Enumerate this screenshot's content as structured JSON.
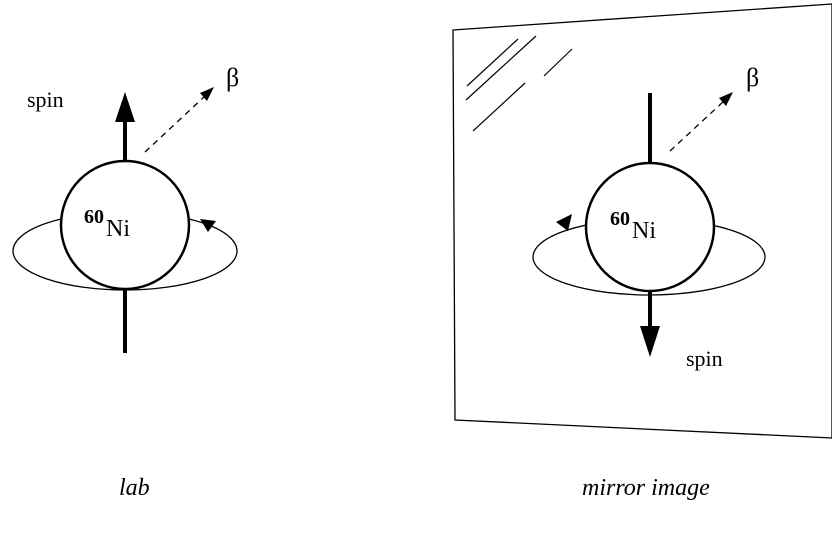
{
  "lab": {
    "spin_label": "spin",
    "beta_label": "β",
    "nucleus": {
      "mass_number": "60",
      "element": "Ni"
    },
    "caption": "lab"
  },
  "mirror": {
    "spin_label": "spin",
    "beta_label": "β",
    "nucleus": {
      "mass_number": "60",
      "element": "Ni"
    },
    "caption": "mirror image"
  },
  "colors": {
    "ink": "#000000",
    "background": "#ffffff"
  }
}
